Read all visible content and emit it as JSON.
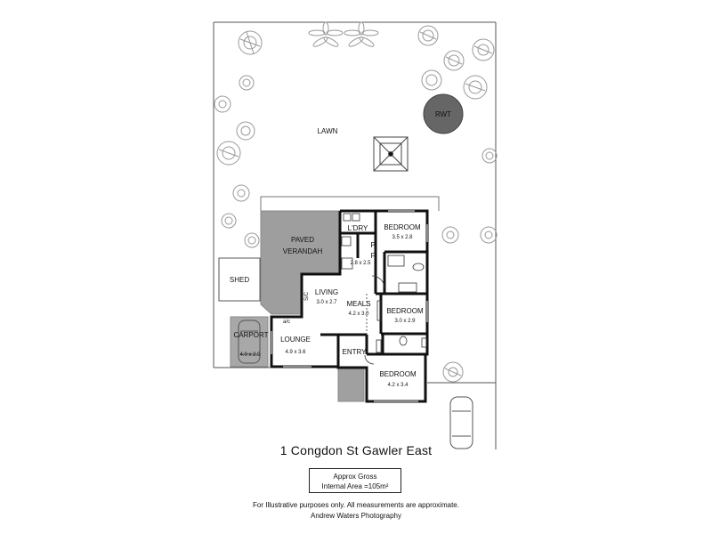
{
  "labels": {
    "lawn": "LAWN",
    "rwt": "RWT",
    "paved_verandah_1": "PAVED",
    "paved_verandah_2": "VERANDAH",
    "shed": "SHED",
    "carport": "CARPORT",
    "carport_size": "4.0 x 2.9",
    "laundry": "L'DRY",
    "kitchen_size": "2.8 x 2.5",
    "bedroom1": "BEDROOM",
    "bedroom1_size": "3.5 x 2.8",
    "bedroom2": "BEDROOM",
    "bedroom2_size": "3.0 x 2.9",
    "bedroom3": "BEDROOM",
    "bedroom3_size": "4.2 x 3.4",
    "living": "LIVING",
    "living_size": "3.0 x 2.7",
    "meals": "MEALS",
    "meals_size": "4.2 x 3.0",
    "lounge": "LOUNGE",
    "lounge_size": "4.9 x 3.6",
    "entry": "ENTRY",
    "pantry_p": "P",
    "pantry_f": "F",
    "ac": "a/c",
    "sc": "S/C"
  },
  "footer": {
    "address": "1 Congdon St Gawler East",
    "area_label": "Approx Gross",
    "area_value": "Internal Area =105m²",
    "disclaimer": "For Illustrative purposes only.  All measurements are approximate.",
    "credit": "Andrew Waters Photography"
  }
}
